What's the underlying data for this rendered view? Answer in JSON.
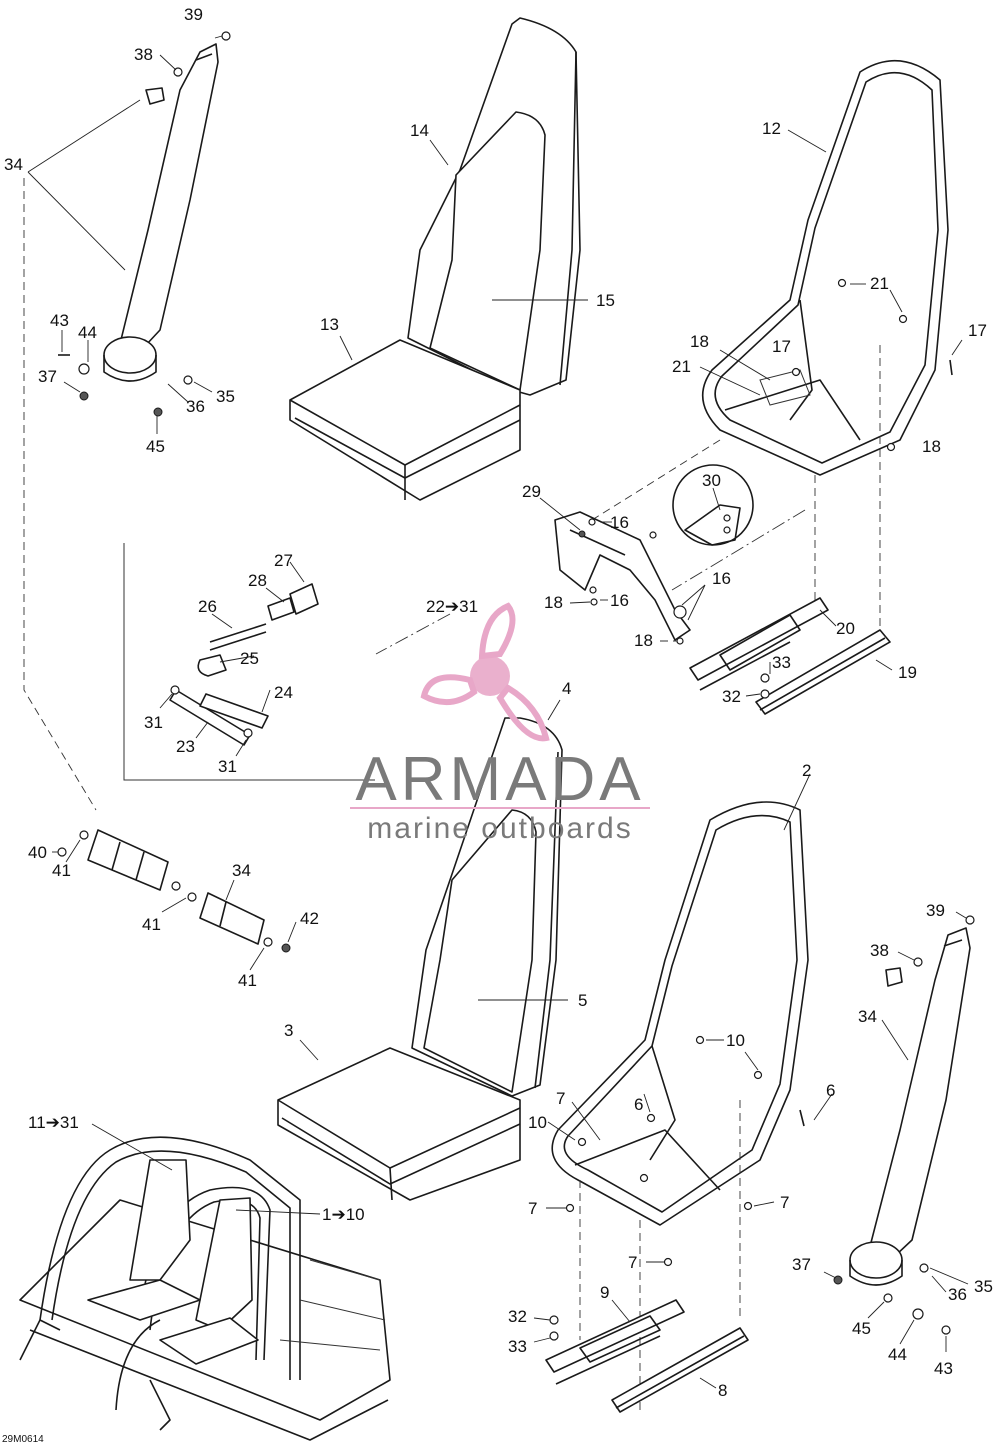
{
  "callouts": {
    "c39a": "39",
    "c38a": "38",
    "c34a": "34",
    "c43a": "43",
    "c44a": "44",
    "c37a": "37",
    "c35a": "35",
    "c36a": "36",
    "c45a": "45",
    "c14": "14",
    "c15": "15",
    "c13": "13",
    "c12": "12",
    "c21a": "21",
    "c17a": "17",
    "c18a": "18",
    "c17b": "17",
    "c21b": "21",
    "c18b": "18",
    "c29": "29",
    "c30": "30",
    "c16a": "16",
    "c16b": "16",
    "c16c": "16",
    "c18c": "18",
    "c18d": "18",
    "c2231": "22➔31",
    "c20": "20",
    "c33a": "33",
    "c32a": "32",
    "c19": "19",
    "c27": "27",
    "c28": "28",
    "c26": "26",
    "c25": "25",
    "c24": "24",
    "c31a": "31",
    "c23": "23",
    "c31b": "31",
    "c4": "4",
    "c2": "2",
    "c5": "5",
    "c3": "3",
    "c40": "40",
    "c41a": "41",
    "c34b": "34",
    "c41b": "41",
    "c42": "42",
    "c41c": "41",
    "c39b": "39",
    "c38b": "38",
    "c34c": "34",
    "c10a": "10",
    "c6a": "6",
    "c7a": "7",
    "c10b": "10",
    "c6b": "6",
    "c7b": "7",
    "c7c": "7",
    "c7d": "7",
    "c1131": "11➔31",
    "c110": "1➔10",
    "c37b": "37",
    "c35b": "35",
    "c36b": "36",
    "c45b": "45",
    "c44b": "44",
    "c43b": "43",
    "c32b": "32",
    "c33b": "33",
    "c9": "9",
    "c8": "8"
  },
  "figure_code": "29M0614",
  "watermark": {
    "brand": "ARMADA",
    "tagline": "marine outboards",
    "brand_color": "#7a7a7a",
    "accent_color": "#e8a7c8",
    "logo_icon": "propeller-logo-icon"
  }
}
